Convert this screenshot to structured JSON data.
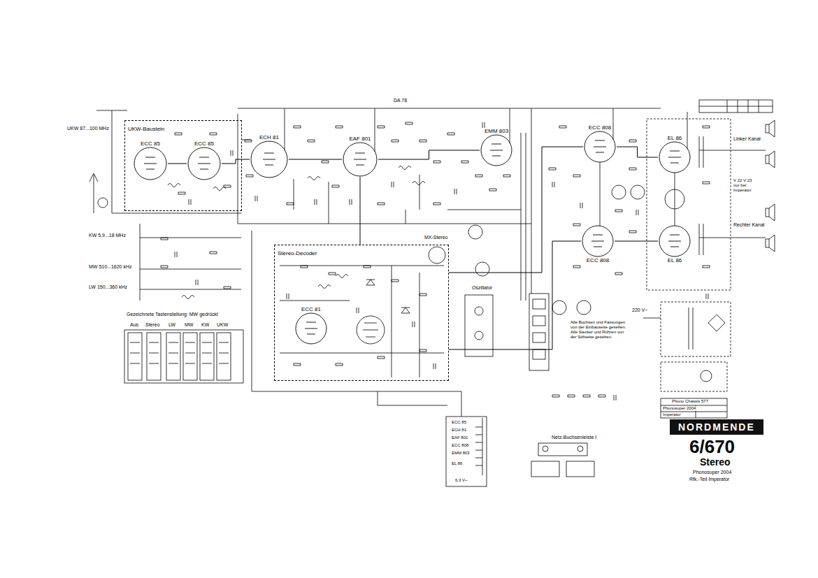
{
  "diagram": {
    "nodes": [
      {
        "text": [
          "UKW-Baustein"
        ]
      },
      {
        "text": [
          "ECC 85"
        ],
        "in": 0
      },
      {
        "text": [
          "ECC 85"
        ],
        "in": 0
      },
      {
        "text": [
          "ECH 81"
        ]
      },
      {
        "text": [
          "EAF 801"
        ]
      },
      {
        "text": [
          "EMM 803"
        ]
      },
      {
        "text": [
          "ECC 808"
        ]
      },
      {
        "text": [
          "EL 86"
        ]
      },
      {
        "text": [
          "ECC 808"
        ]
      },
      {
        "text": [
          "EL 86"
        ]
      },
      {
        "text": [
          "Stereo-Decoder"
        ]
      },
      {
        "text": [
          "ECC 81"
        ],
        "in": 10
      },
      {
        "text": [
          "NORDMENDE"
        ]
      }
    ],
    "edges": [
      {
        "from": 1,
        "to": 2,
        "arrow": "none"
      },
      {
        "from": 2,
        "to": 3,
        "arrow": "none"
      },
      {
        "from": 3,
        "to": 4,
        "arrow": "none"
      },
      {
        "from": 4,
        "to": 5,
        "arrow": "none"
      },
      {
        "from": 4,
        "to": 10,
        "arrow": "none"
      },
      {
        "from": 10,
        "to": 6,
        "arrow": "none"
      },
      {
        "from": 10,
        "to": 8,
        "arrow": "none"
      },
      {
        "from": 6,
        "to": 7,
        "arrow": "none"
      },
      {
        "from": 8,
        "to": 9,
        "arrow": "none"
      }
    ],
    "labels": [
      "UKW 87...100 MHz",
      "KW 5,9...18 MHz",
      "MW 510...1620 kHz",
      "LW 150...360 kHz",
      "Gezeichnete Tastenstellung: MW gedrückt",
      "Aus",
      "Stereo",
      "LW",
      "MW",
      "KW",
      "UKW",
      "Oszillator",
      "MX-Stereo",
      "6/670",
      "Stereo",
      "Phonosuper 2004",
      "Rfk.-Teil Imperator",
      "Linker Kanal",
      "Rechter Kanal",
      "V 22 V 23 nur bei Imperator",
      "Phono Chassis 577",
      "Phonosuper 2004",
      "Imperator",
      "Netz-Buchsenleiste I",
      "ECC 85",
      "ECH 81",
      "EAF 801",
      "ECC 808",
      "EMM 803",
      "EL 86",
      "6,3 V~",
      "DA 78",
      "Alle Buchsen und Fassungen von der Einbauseite gesehen. Alle Stecker und Röhren von der Stiftseite gesehen.",
      "220 V~"
    ]
  }
}
